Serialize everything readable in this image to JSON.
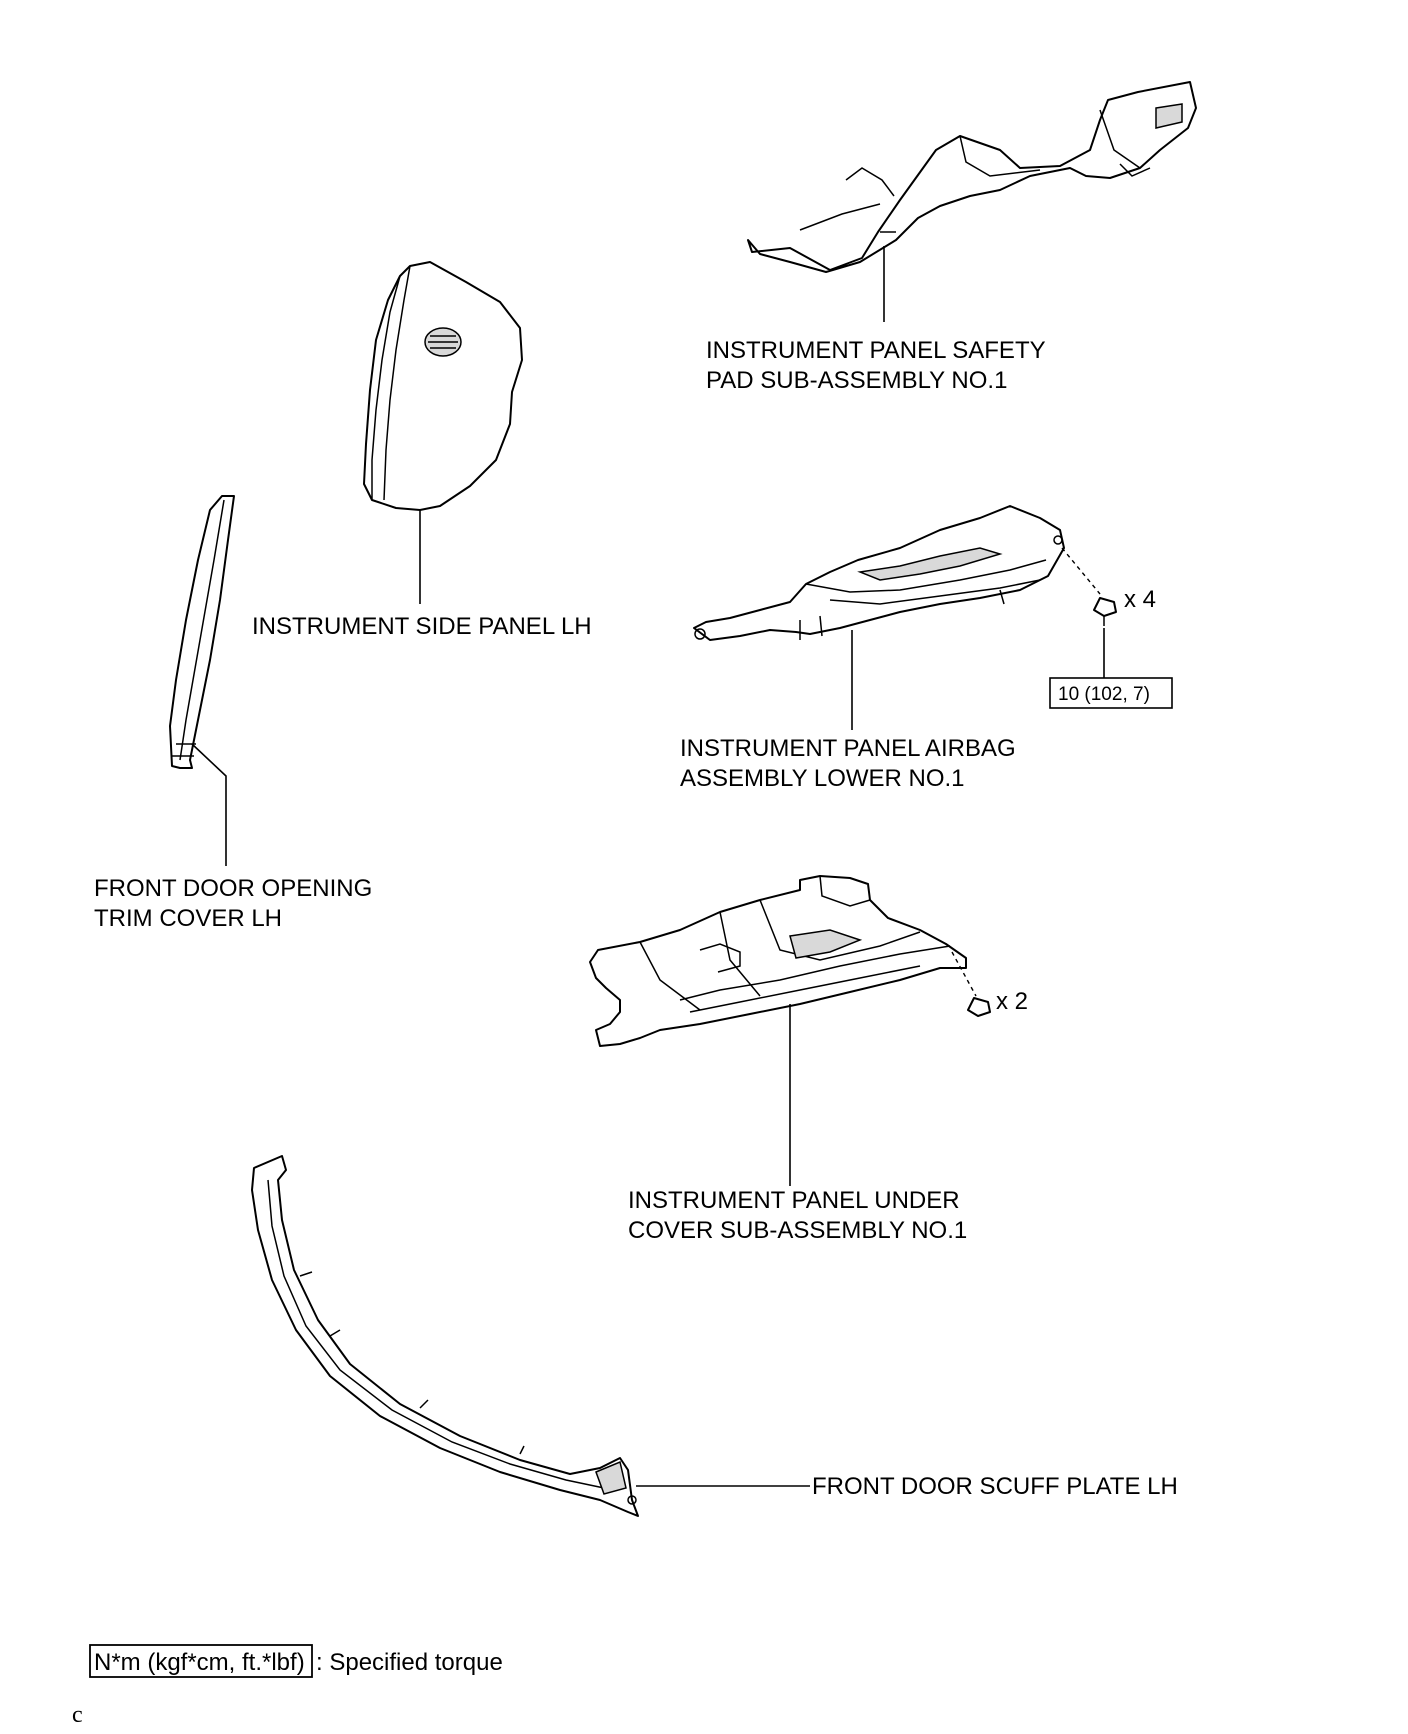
{
  "labels": {
    "safety_pad_line1": "INSTRUMENT PANEL SAFETY",
    "safety_pad_line2": "PAD SUB-ASSEMBLY NO.1",
    "side_panel": "INSTRUMENT SIDE PANEL LH",
    "airbag_line1": "INSTRUMENT PANEL AIRBAG",
    "airbag_line2": "ASSEMBLY LOWER NO.1",
    "trim_cover_line1": "FRONT DOOR OPENING",
    "trim_cover_line2": "TRIM COVER LH",
    "under_cover_line1": "INSTRUMENT PANEL UNDER",
    "under_cover_line2": "COVER SUB-ASSEMBLY NO.1",
    "scuff_plate": "FRONT DOOR SCUFF PLATE LH"
  },
  "fasteners": {
    "airbag_qty": "x 4",
    "airbag_torque": "10 (102, 7)",
    "under_cover_qty": "x 2"
  },
  "legend": {
    "unit_box": "N*m (kgf*cm, ft.*lbf)",
    "description": ": Specified torque"
  },
  "footer_mark": "c"
}
